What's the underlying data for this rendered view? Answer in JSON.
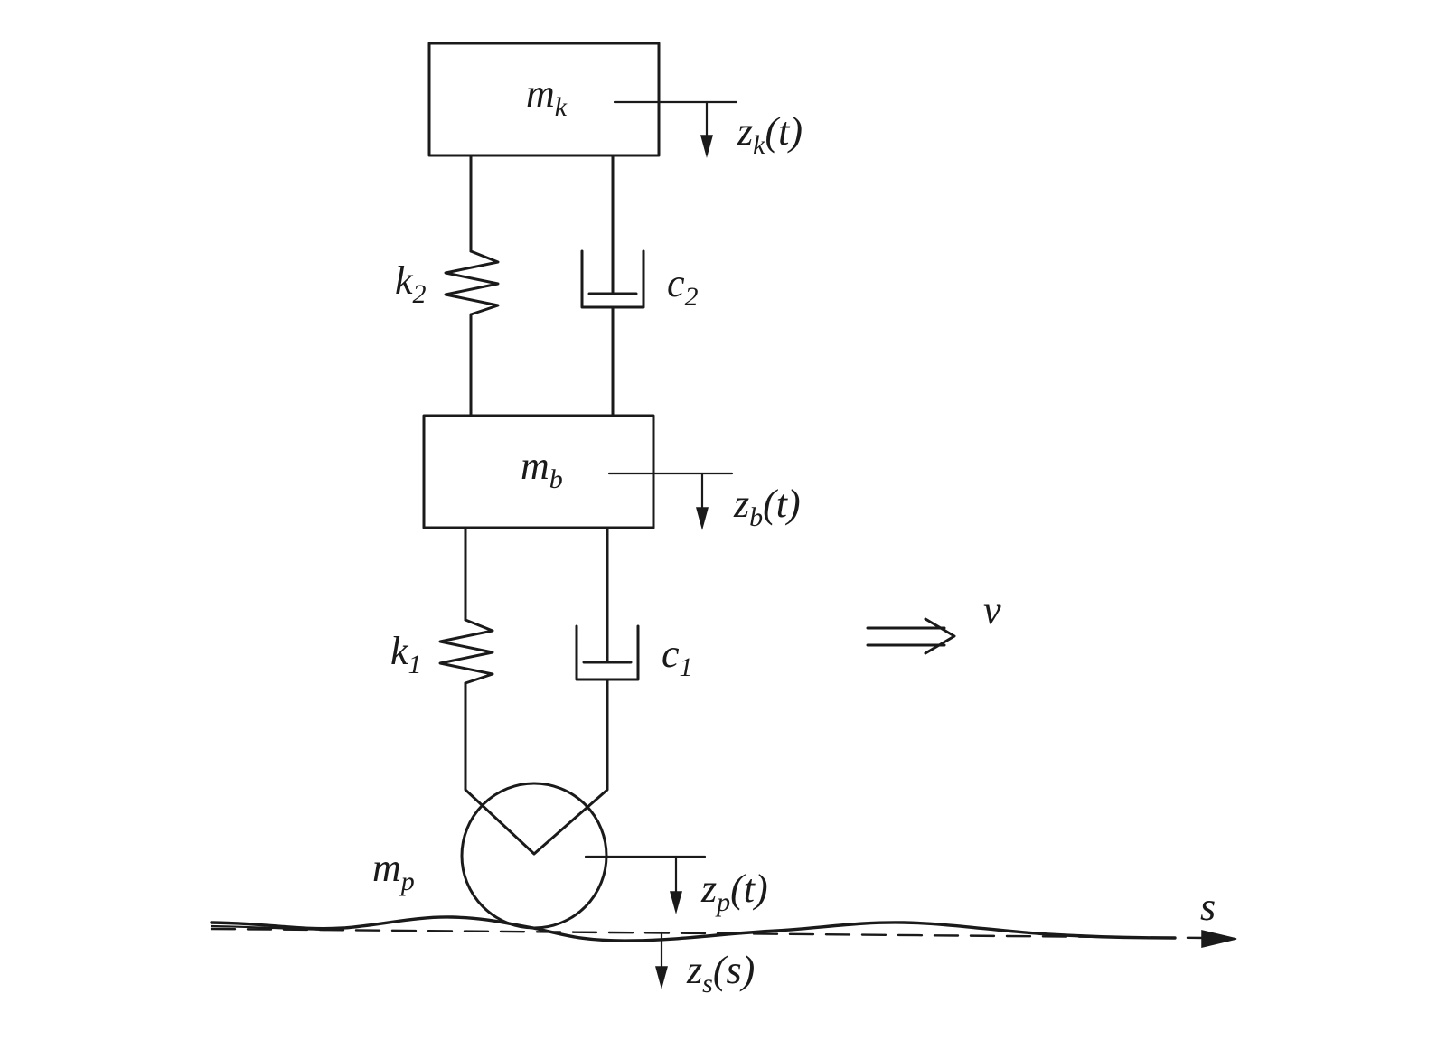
{
  "labels": {
    "mass_body": {
      "main": "m",
      "sub": "k"
    },
    "disp_body": {
      "main": "z",
      "sub": "k",
      "arg": "(t)"
    },
    "spring_upper": {
      "main": "k",
      "sub": "2"
    },
    "damper_upper": {
      "main": "c",
      "sub": "2"
    },
    "mass_mid": {
      "main": "m",
      "sub": "b"
    },
    "disp_mid": {
      "main": "z",
      "sub": "b",
      "arg": "(t)"
    },
    "spring_lower": {
      "main": "k",
      "sub": "1"
    },
    "damper_lower": {
      "main": "c",
      "sub": "1"
    },
    "velocity": "v",
    "mass_wheel": {
      "main": "m",
      "sub": "p"
    },
    "disp_wheel": {
      "main": "z",
      "sub": "p",
      "arg": "(t)"
    },
    "road_axis": "s",
    "disp_road": {
      "main": "z",
      "sub": "s",
      "arg": "(s)"
    }
  }
}
